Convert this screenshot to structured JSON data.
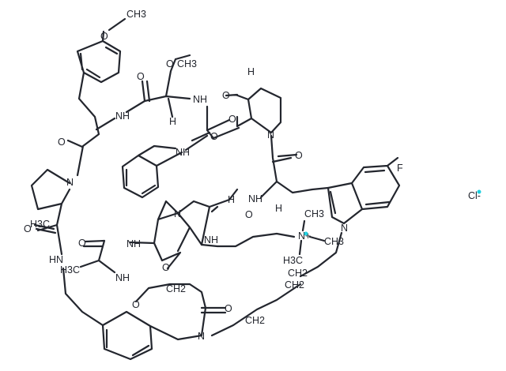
{
  "molecule": {
    "atoms": {
      "o_methoxy": "O",
      "ch3_methoxy": "CH3",
      "o_thr": "O",
      "ch3_thr": "CH3",
      "o1": "O",
      "nh1": "NH",
      "h1": "H",
      "nh2": "NH",
      "o2": "O",
      "h2": "H",
      "o3": "O",
      "o4": "O",
      "nh3": "NH",
      "o5": "O",
      "n_pro": "N",
      "n_bicyclic": "N",
      "o6": "O",
      "f": "F",
      "nh4": "NH",
      "h3": "H",
      "h4": "H",
      "o7": "O",
      "n_azet": "N",
      "n_indole": "N",
      "n_plus": "N+",
      "ch3_a": "CH3",
      "ch3_b": "CH3",
      "h3c_c": "H3C",
      "ch2_a": "CH2",
      "chloride": "Cl-",
      "h3c_pro": "H3C",
      "o8": "O",
      "hn1": "HN",
      "o9": "O",
      "nh5": "NH",
      "h3c_ala": "H3C",
      "nh6": "NH",
      "o10": "O",
      "nh7": "NH",
      "o11": "O",
      "ch2_b": "CH2",
      "o12": "O",
      "ch2_c": "CH2",
      "ch2_d": "CH2",
      "n_amide": "N"
    },
    "colors": {
      "bond": "#23262e",
      "charge": "#1fd0e0"
    }
  }
}
